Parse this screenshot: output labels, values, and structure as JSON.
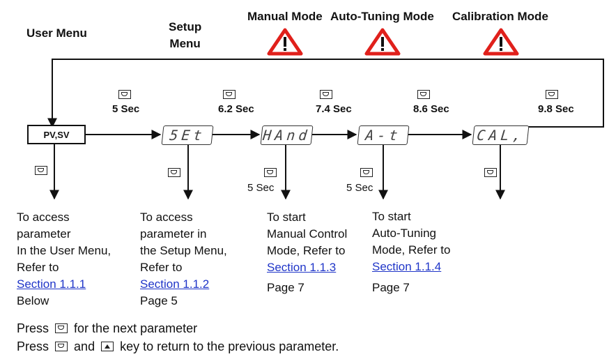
{
  "headers": {
    "user_menu": "User Menu",
    "setup_menu": "Setup\nMenu",
    "manual_mode": "Manual Mode",
    "auto_tuning_mode": "Auto-Tuning Mode",
    "calibration_mode": "Calibration Mode"
  },
  "pv_sv_label": "PV,SV",
  "displays": [
    "5Et",
    "HAnd",
    "A-t",
    "CAL,"
  ],
  "hold_times": [
    "5 Sec",
    "6.2 Sec",
    "7.4 Sec",
    "8.6 Sec",
    "9.8 Sec"
  ],
  "branch_times": [
    "5 Sec",
    "5 Sec"
  ],
  "descriptions": {
    "user": {
      "lines": [
        "To  access",
        "parameter",
        "In the User Menu,",
        "Refer to"
      ],
      "link": "Section 1.1.1",
      "after": "Below"
    },
    "setup": {
      "lines": [
        "To  access",
        "parameter in",
        "the Setup Menu,",
        "Refer to"
      ],
      "link": "Section 1.1.2",
      "after": "Page 5"
    },
    "manual": {
      "lines": [
        "To start",
        "Manual Control",
        "Mode, Refer to"
      ],
      "link": "Section 1.1.3",
      "after": "Page 7"
    },
    "autotune": {
      "lines": [
        "To start",
        "Auto-Tuning",
        "Mode, Refer to"
      ],
      "link": "Section 1.1.4",
      "after": "Page 7"
    }
  },
  "footer": {
    "line1_press": "Press",
    "line1_rest": "for the next parameter",
    "line2_press": "Press",
    "line2_and": "and",
    "line2_rest": "key to return to the previous parameter."
  },
  "icons": {
    "warning": "warning-triangle-icon",
    "enter_key": "enter-key-icon",
    "up_key": "up-arrow-key-icon"
  },
  "colors": {
    "warning_red": "#e0201b",
    "link_blue": "#1f35c8"
  }
}
